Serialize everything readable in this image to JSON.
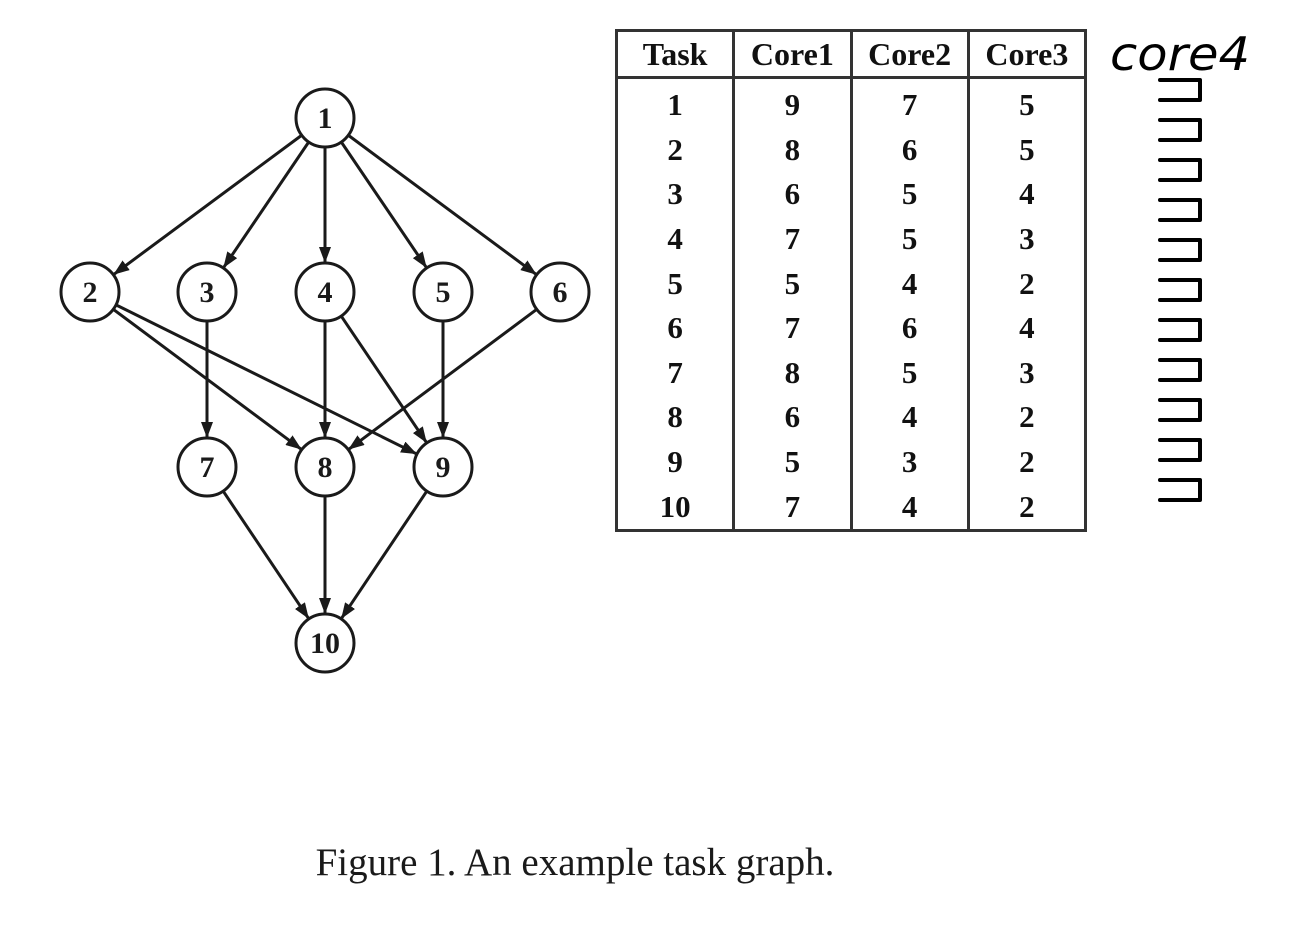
{
  "graph": {
    "nodes": [
      {
        "id": 1,
        "label": "1"
      },
      {
        "id": 2,
        "label": "2"
      },
      {
        "id": 3,
        "label": "3"
      },
      {
        "id": 4,
        "label": "4"
      },
      {
        "id": 5,
        "label": "5"
      },
      {
        "id": 6,
        "label": "6"
      },
      {
        "id": 7,
        "label": "7"
      },
      {
        "id": 8,
        "label": "8"
      },
      {
        "id": 9,
        "label": "9"
      },
      {
        "id": 10,
        "label": "10"
      }
    ],
    "edges": [
      [
        1,
        2
      ],
      [
        1,
        3
      ],
      [
        1,
        4
      ],
      [
        1,
        5
      ],
      [
        1,
        6
      ],
      [
        2,
        8
      ],
      [
        2,
        9
      ],
      [
        3,
        7
      ],
      [
        4,
        8
      ],
      [
        4,
        9
      ],
      [
        5,
        9
      ],
      [
        6,
        8
      ],
      [
        7,
        10
      ],
      [
        8,
        10
      ],
      [
        9,
        10
      ]
    ]
  },
  "table": {
    "headers": [
      "Task",
      "Core1",
      "Core2",
      "Core3"
    ],
    "rows": [
      [
        "1",
        "9",
        "7",
        "5"
      ],
      [
        "2",
        "8",
        "6",
        "5"
      ],
      [
        "3",
        "6",
        "5",
        "4"
      ],
      [
        "4",
        "7",
        "5",
        "3"
      ],
      [
        "5",
        "5",
        "4",
        "2"
      ],
      [
        "6",
        "7",
        "6",
        "4"
      ],
      [
        "7",
        "8",
        "5",
        "3"
      ],
      [
        "8",
        "6",
        "4",
        "2"
      ],
      [
        "9",
        "5",
        "3",
        "2"
      ],
      [
        "10",
        "7",
        "4",
        "2"
      ]
    ]
  },
  "handwritten_note": {
    "heading": "core4"
  },
  "caption": "Figure 1. An example task graph."
}
